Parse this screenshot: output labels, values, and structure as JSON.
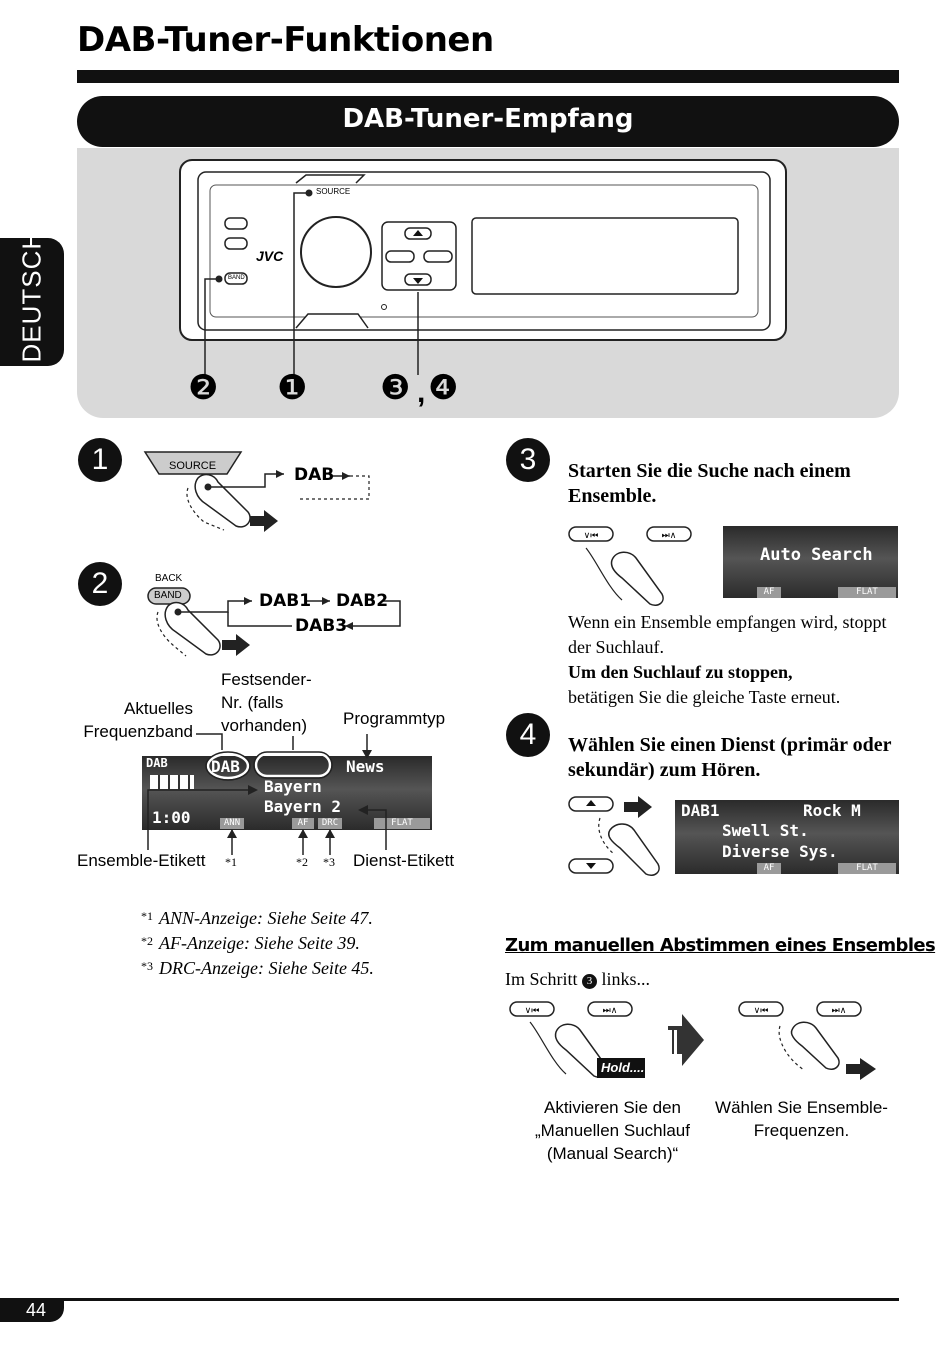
{
  "header": {
    "title": "DAB-Tuner-Funktionen"
  },
  "section": {
    "title": "DAB-Tuner-Empfang"
  },
  "side_tab": {
    "label": "DEUTSCH"
  },
  "device": {
    "source_label": "SOURCE",
    "band_label": "BAND",
    "brand": "JVC",
    "callouts": [
      "❷",
      "❶",
      "❸",
      "❹"
    ],
    "callout_sep": ","
  },
  "step1": {
    "number": "1",
    "source_label": "SOURCE",
    "flow": "DAB"
  },
  "step2": {
    "number": "2",
    "back_label": "BACK",
    "band_label": "BAND",
    "flow": [
      "DAB1",
      "DAB2",
      "DAB3"
    ]
  },
  "display_diagram": {
    "labels": {
      "band": "Aktuelles Frequenzband",
      "preset": "Festsender-Nr. (falls vorhanden)",
      "ptype": "Programmtyp",
      "ensemble": "Ensemble-Etikett",
      "service": "Dienst-Etikett"
    },
    "lcd": {
      "top_left": "DAB",
      "band_box": "DAB",
      "ptype": "News",
      "line1": "Bayern",
      "line2": "Bayern 2",
      "clock": "1:00",
      "indicators": [
        "ANN",
        "AF",
        "DRC",
        "FLAT"
      ]
    },
    "markers": [
      "*1",
      "*2",
      "*3"
    ]
  },
  "footnotes": [
    {
      "mark": "*1",
      "text": "ANN-Anzeige: Siehe Seite 47."
    },
    {
      "mark": "*2",
      "text": "AF-Anzeige: Siehe Seite 39."
    },
    {
      "mark": "*3",
      "text": "DRC-Anzeige: Siehe Seite 45."
    }
  ],
  "step3": {
    "number": "3",
    "heading": "Starten Sie die Suche nach einem Ensemble.",
    "lcd": {
      "text": "Auto Search",
      "ind_left": "AF",
      "ind_right": "FLAT"
    },
    "body1": "Wenn ein Ensemble empfangen wird, stoppt der Suchlauf.",
    "body2_bold": "Um den Suchlauf zu stoppen,",
    "body2": "betätigen Sie die gleiche Taste erneut."
  },
  "step4": {
    "number": "4",
    "heading": "Wählen Sie einen Dienst (primär oder sekundär) zum Hören.",
    "lcd": {
      "band": "DAB1",
      "ptype": "Rock M",
      "line1": "Swell St.",
      "line2": "Diverse Sys.",
      "ind_left": "AF",
      "ind_right": "FLAT"
    }
  },
  "manual": {
    "heading": "Zum manuellen Abstimmen eines Ensembles",
    "intro_pre": "Im Schritt",
    "intro_step": "3",
    "intro_post": "links...",
    "hold_label": "Hold....",
    "caption_left": "Aktivieren Sie den „Manuellen Suchlauf (Manual Search)“",
    "caption_right": "Wählen Sie Ensemble-Frequenzen."
  },
  "footer": {
    "page": "44"
  }
}
